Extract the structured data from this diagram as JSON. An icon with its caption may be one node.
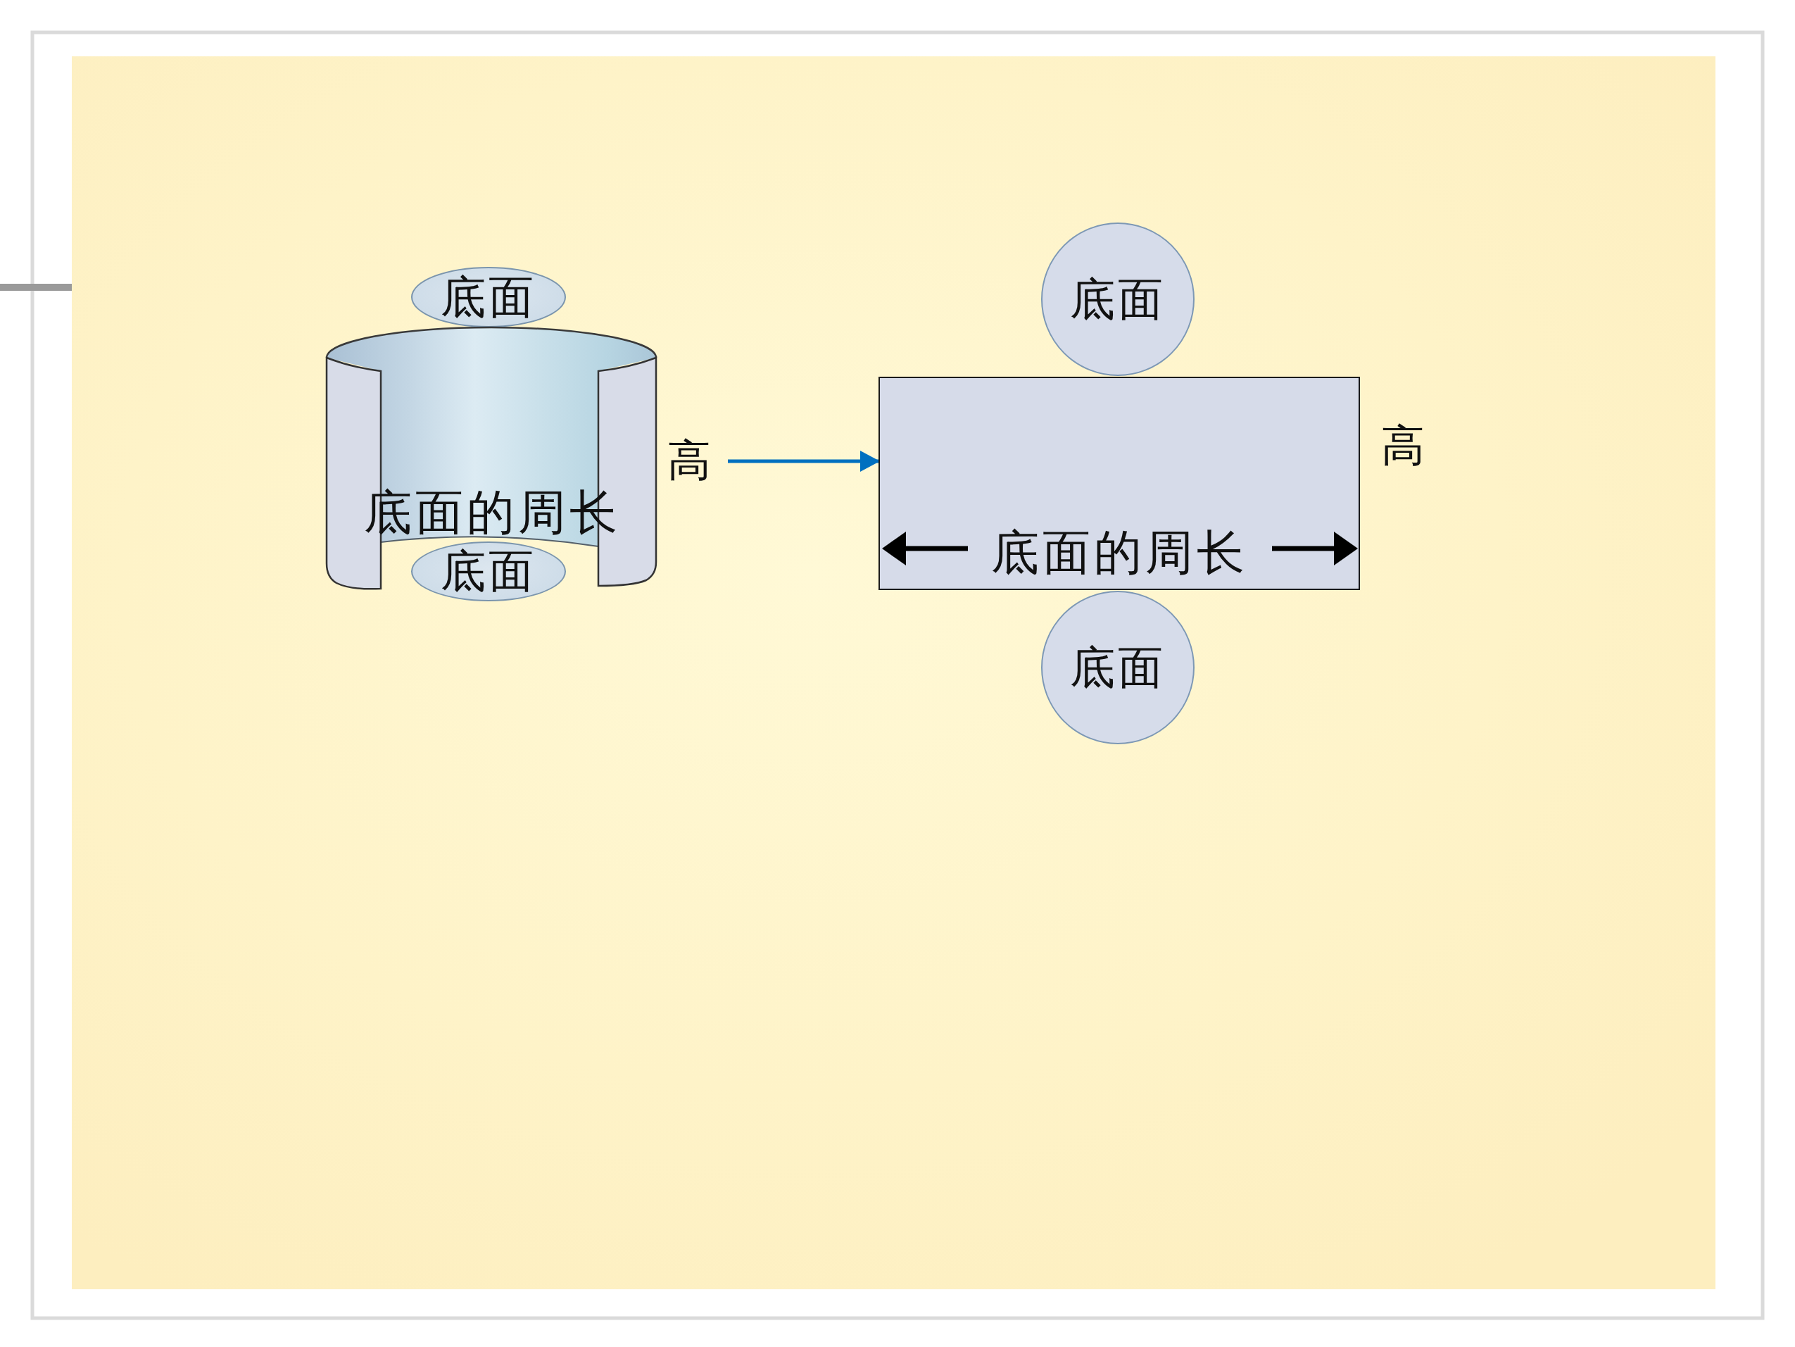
{
  "diagram": {
    "nodes": [
      {
        "text": [
          "底面"
        ]
      },
      {
        "text": [
          "底面的周长"
        ],
        "beside": [
          "高"
        ]
      },
      {
        "text": [
          "底面"
        ]
      },
      {
        "text": [
          "底面"
        ]
      },
      {
        "text": [
          "底面的周长"
        ],
        "beside": [
          "高"
        ]
      },
      {
        "text": [
          "底面"
        ]
      }
    ],
    "edges": [
      {
        "from": 1,
        "to": 4,
        "arrow": "to",
        "color": "#0070c0"
      }
    ]
  }
}
